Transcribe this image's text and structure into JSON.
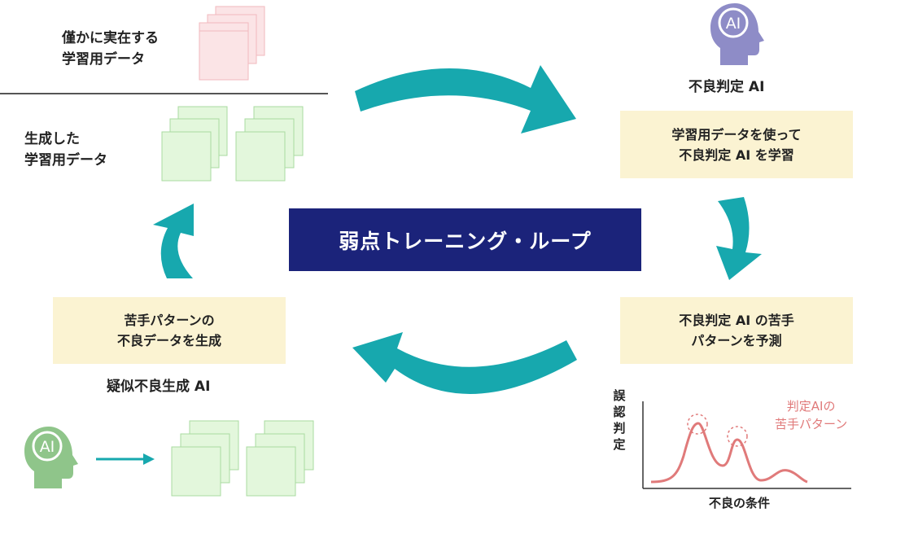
{
  "title": "弱点トレーニング・ループ",
  "real_data": {
    "line1": "僅かに実在する",
    "line2": "学習用データ"
  },
  "generated_data": {
    "line1": "生成した",
    "line2": "学習用データ"
  },
  "detector": {
    "label": "不良判定 AI",
    "icon_text": "AI"
  },
  "train_box": {
    "line1": "学習用データを使って",
    "line2": "不良判定 AI を学習"
  },
  "predict_box": {
    "line1": "不良判定 AI の苦手",
    "line2": "パターンを予測"
  },
  "generate_box": {
    "line1": "苦手パターンの",
    "line2": "不良データを生成"
  },
  "generator": {
    "label": "疑似不良生成 AI",
    "icon_text": "AI"
  },
  "graph": {
    "ylabel": "誤認判定",
    "xlabel": "不良の条件",
    "annotation_line1": "判定AIの",
    "annotation_line2": "苦手パターン"
  },
  "colors": {
    "arrow": "#17a8ae",
    "title_bg": "#1b237a",
    "box_bg": "#fbf3d2",
    "real_square": "#fbe4e6",
    "generated_square": "#e3f7dc",
    "ai_purple": "#8e8cc7",
    "ai_green": "#8fc58a",
    "curve": "#e07a7a"
  }
}
